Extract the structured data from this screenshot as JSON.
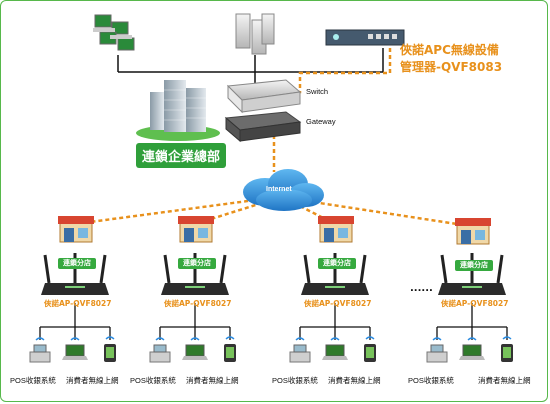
{
  "controller": {
    "line1": "俠諾APC無線設備",
    "line2": "管理器-QVF8083"
  },
  "switch_label": "Switch",
  "gateway_label": "Gateway",
  "hq_label": "連鎖企業總部",
  "internet_label": "Internet",
  "branch_label": "連鎖分店",
  "ap_label": "俠諾AP-QVF8027",
  "pos_label": "POS收銀系統",
  "consumer_label": "消費者無線上網",
  "ellipsis": "......",
  "colors": {
    "orange": "#e8911c",
    "green": "#36a93f",
    "line": "#111111"
  }
}
